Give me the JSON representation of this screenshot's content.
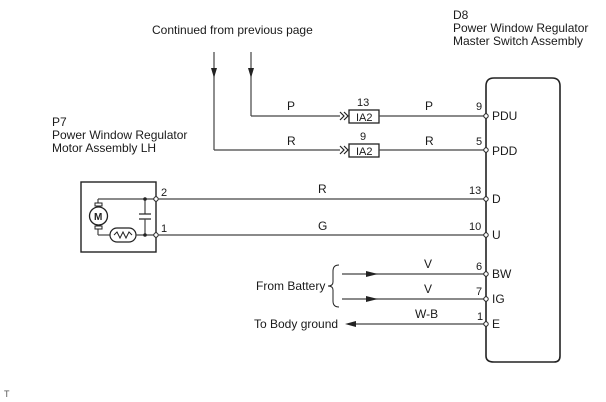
{
  "header": {
    "continued": "Continued from previous page"
  },
  "master_switch": {
    "code": "D8",
    "name_line1": "Power Window Regulator",
    "name_line2": "Master Switch Assembly",
    "pins": [
      {
        "num": "9",
        "name": "PDU"
      },
      {
        "num": "5",
        "name": "PDD"
      },
      {
        "num": "13",
        "name": "D"
      },
      {
        "num": "10",
        "name": "U"
      },
      {
        "num": "6",
        "name": "BW"
      },
      {
        "num": "7",
        "name": "IG"
      },
      {
        "num": "1",
        "name": "E"
      }
    ]
  },
  "motor": {
    "code": "P7",
    "name_line1": "Power Window Regulator",
    "name_line2": "Motor Assembly LH",
    "motor_symbol": "M",
    "pins": [
      "2",
      "1"
    ]
  },
  "connectors": [
    {
      "pin": "13",
      "name": "IA2"
    },
    {
      "pin": "9",
      "name": "IA2"
    }
  ],
  "wires": [
    {
      "color_left": "P",
      "color_right": "P"
    },
    {
      "color_left": "R",
      "color_right": "R"
    },
    {
      "color": "R"
    },
    {
      "color": "G"
    },
    {
      "color": "V"
    },
    {
      "color": "V"
    },
    {
      "color": "W-B"
    }
  ],
  "labels": {
    "from_battery": "From Battery",
    "to_body_ground": "To Body ground"
  },
  "footer": {
    "mark": "T"
  }
}
